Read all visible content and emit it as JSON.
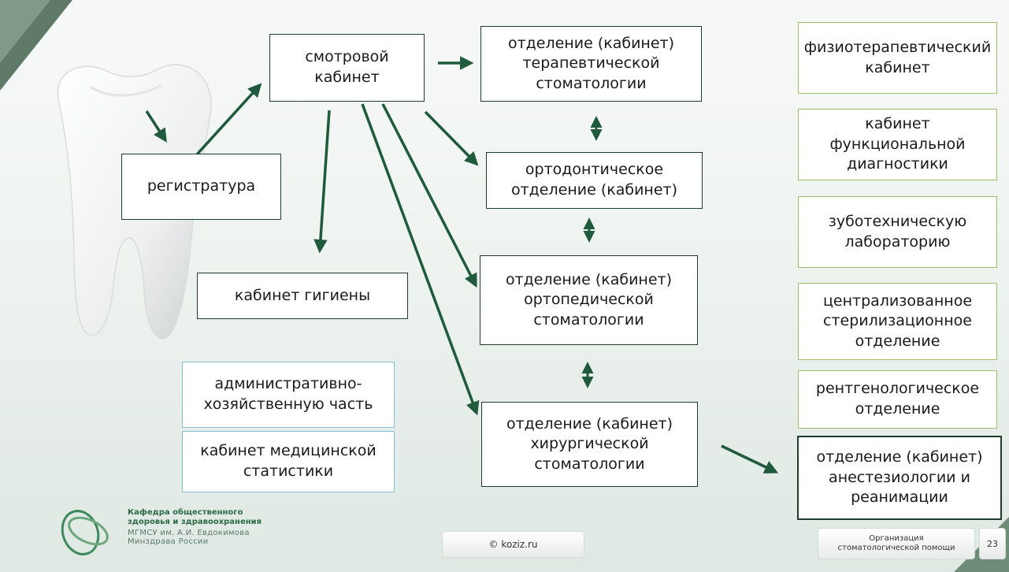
{
  "nodes": {
    "registratura": "регистратура",
    "smotrovoy": "смотровой\nкабинет",
    "terapevt": "отделение (кабинет)\nтерапевтической\nстоматологии",
    "ortodont": "ортодонтическое\nотделение (кабинет)",
    "ortoped": "отделение (кабинет)\nортопедической\nстоматологии",
    "hirurg": "отделение (кабинет)\nхирургической\nстоматологии",
    "gigiena": "кабинет гигиены",
    "admin": "административно-\nхозяйственную часть",
    "statistika": "кабинет медицинской\nстатистики",
    "fizio": "физиотерапевтический\nкабинет",
    "funkc": "кабинет\nфункциональной\nдиагностики",
    "zubotech": "зуботехническую\nлабораторию",
    "steril": "централизованное\nстерилизационное\nотделение",
    "rentgen": "рентгенологическое\nотделение",
    "anestez": "отделение (кабинет)\nанестезиологии и\nреанимации"
  },
  "footer": {
    "dept_name": "Кафедра общественного\nздоровья и здравоохранения",
    "dept_org": "МГМСУ им. А.И. Евдокимова\nМинздрава России",
    "copyright": "© koziz.ru",
    "topic": "Организация\nстоматологической помощи",
    "page_number": "23"
  },
  "colors": {
    "arrow": "#1f5a3c",
    "accent_green": "#9fbe6a",
    "accent_blue": "#7fc0cf",
    "dark_border": "#1e3d2c"
  }
}
